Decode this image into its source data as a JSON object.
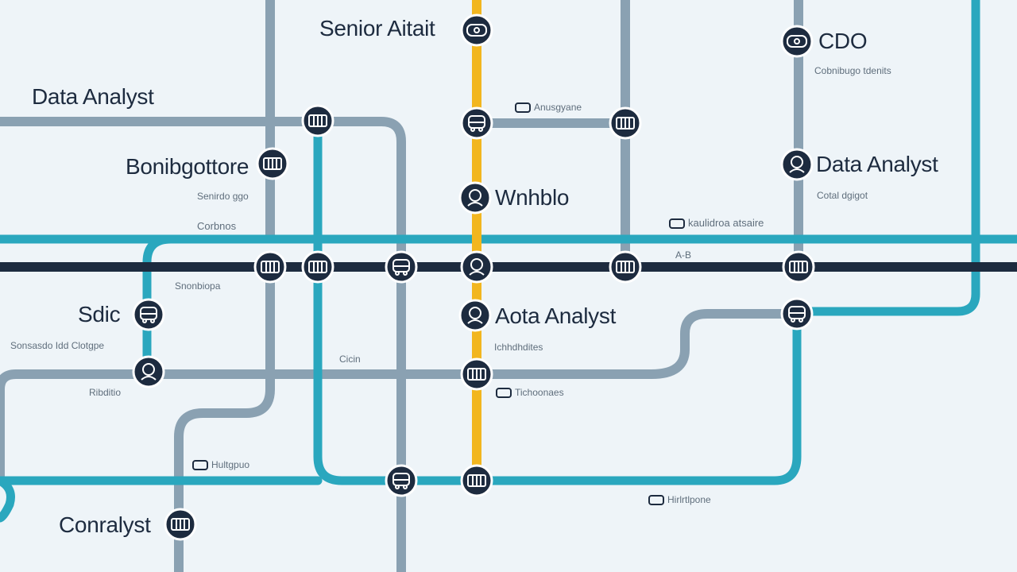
{
  "palette": {
    "background": "#eef4f8",
    "line_gray": "#7d95a8",
    "line_teal": "#2aa7be",
    "line_navy": "#1d2b3f",
    "line_yellow": "#f2b61f",
    "station_fill": "#1d2b3f",
    "station_ring": "#ffffff"
  },
  "labels": {
    "senior_analyst": "Senior Aitait",
    "cdo": "CDO",
    "cdo_sub": "Cobnibugo tdenits",
    "data_analyst_left": "Data Analyst",
    "bonibottore": "Bonibgottore",
    "bonibottore_sub": "Senirdo ggo",
    "corbnos": "Corbnos",
    "wnhblo": "Wnhblo",
    "data_analyst_right": "Data Analyst",
    "data_analyst_right_sub": "Cotal dgigot",
    "aysgyane": "Anusgyane",
    "kaubidno": "kaulidroa atsaire",
    "aota_analyst": "Aota Analyst",
    "aota_sub": "Ichhdhdites",
    "sloc": "Sdic",
    "sloc_sub": "Sonsasdo Idd Clotgpe",
    "subwaps": "Snonbiopa",
    "ridnio": "Ribditio",
    "cicin": "Cicin",
    "tichoonaes": "Tichoonaes",
    "huldgpoe": "Hultgpuo",
    "hiritpone": "Hirlrtlpone",
    "conralyst": "Conralyst",
    "near_hub": "A-B"
  },
  "stations": [
    {
      "name": "station-senior-analyst",
      "icon": "network-icon"
    },
    {
      "name": "station-cdo",
      "icon": "network-icon"
    },
    {
      "name": "station-data-analyst-top",
      "icon": "grid-icon"
    },
    {
      "name": "station-bonibottore",
      "icon": "grid-icon"
    },
    {
      "name": "station-wnhblo",
      "icon": "person-icon"
    },
    {
      "name": "station-data-analyst-right",
      "icon": "person-icon"
    },
    {
      "name": "station-aota-analyst",
      "icon": "person-icon"
    },
    {
      "name": "station-sloc",
      "icon": "bus-icon"
    },
    {
      "name": "station-conralyst",
      "icon": "grid-icon"
    },
    {
      "name": "station-hub",
      "icon": "grid-icon"
    }
  ]
}
